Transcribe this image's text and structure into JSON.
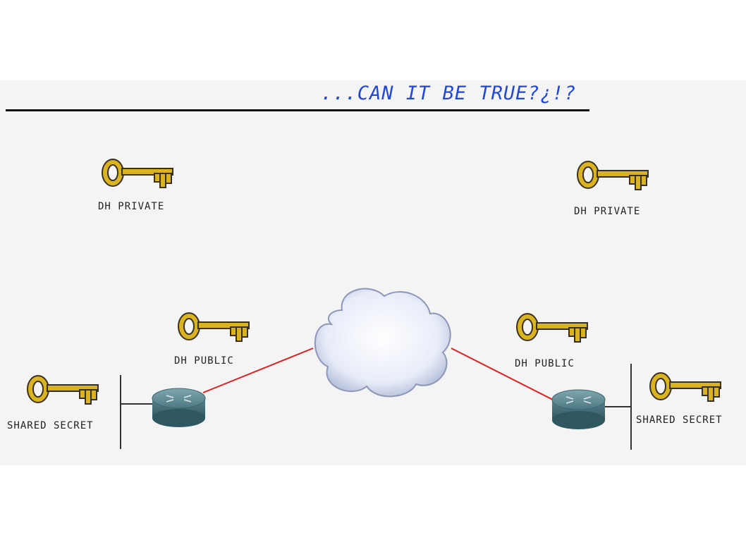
{
  "title": "...CAN IT BE TRUE?¿!?",
  "left": {
    "private_label": "DH PRIVATE",
    "public_label": "DH PUBLIC",
    "shared_label": "SHARED SECRET"
  },
  "right": {
    "private_label": "DH PRIVATE",
    "public_label": "DH PUBLIC",
    "shared_label": "SHARED SECRET"
  },
  "colors": {
    "title": "#2347d8",
    "key_fill": "#d9b320",
    "link": "#e02020",
    "router": "#4f7c86",
    "cloud": "#e4e9f8"
  }
}
